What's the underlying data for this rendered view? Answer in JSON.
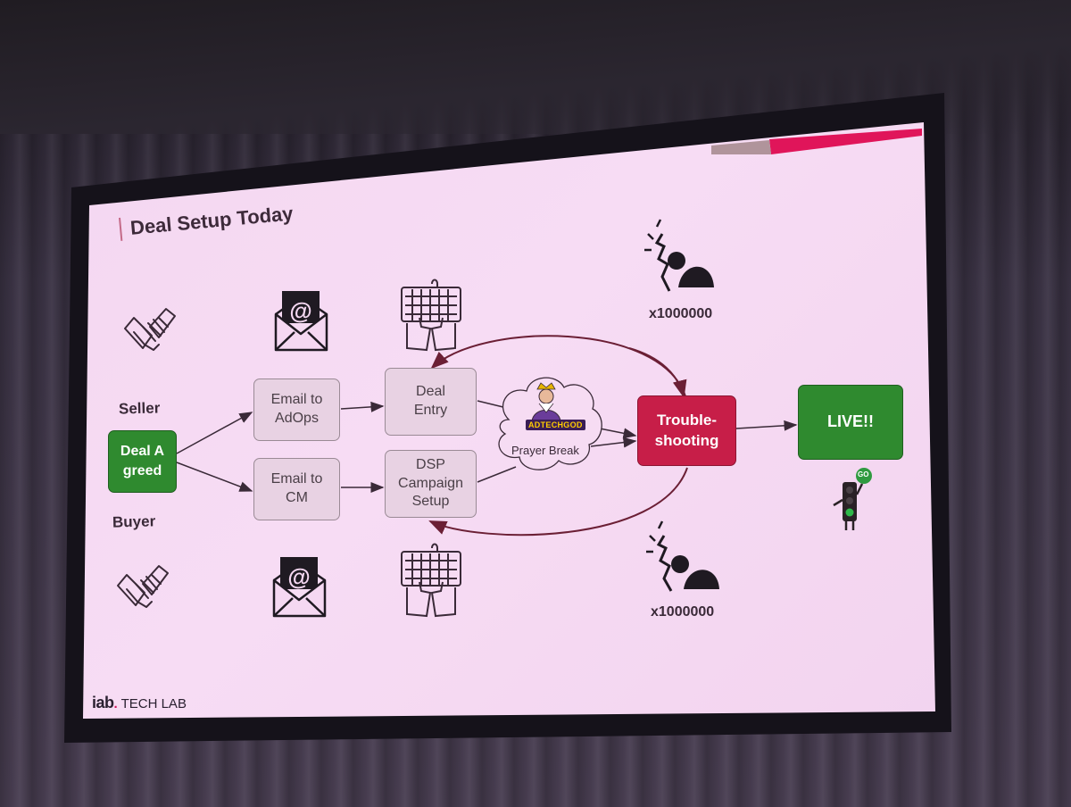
{
  "slide": {
    "title": "Deal Setup Today",
    "seller_label": "Seller",
    "buyer_label": "Buyer",
    "deal_agreed": "Deal Agreed",
    "email_adops": "Email to AdOps",
    "email_cm": "Email to CM",
    "deal_entry": "Deal Entry",
    "dsp_campaign": "DSP Campaign Setup",
    "prayer_break": "Prayer Break",
    "adtechgod_logo": "ADTECHGOD",
    "troubleshooting": "Trouble-shooting",
    "live": "LIVE!!",
    "count_top": "x1000000",
    "count_bottom": "x1000000",
    "go_sign": "GO",
    "footer_brand": "iab",
    "footer_tech": "TECH LAB"
  },
  "icons": {
    "handshake": "handshake-icon",
    "email": "email-envelope-icon",
    "keyboard": "keyboard-hands-icon",
    "head_bang": "head-bang-icon",
    "traffic_light": "traffic-light-icon"
  },
  "colors": {
    "slide_bg": "#f5d8f2",
    "green": "#2f8a2f",
    "red": "#c71e48",
    "accent": "#e0155a",
    "arrow": "#6b1f35"
  }
}
